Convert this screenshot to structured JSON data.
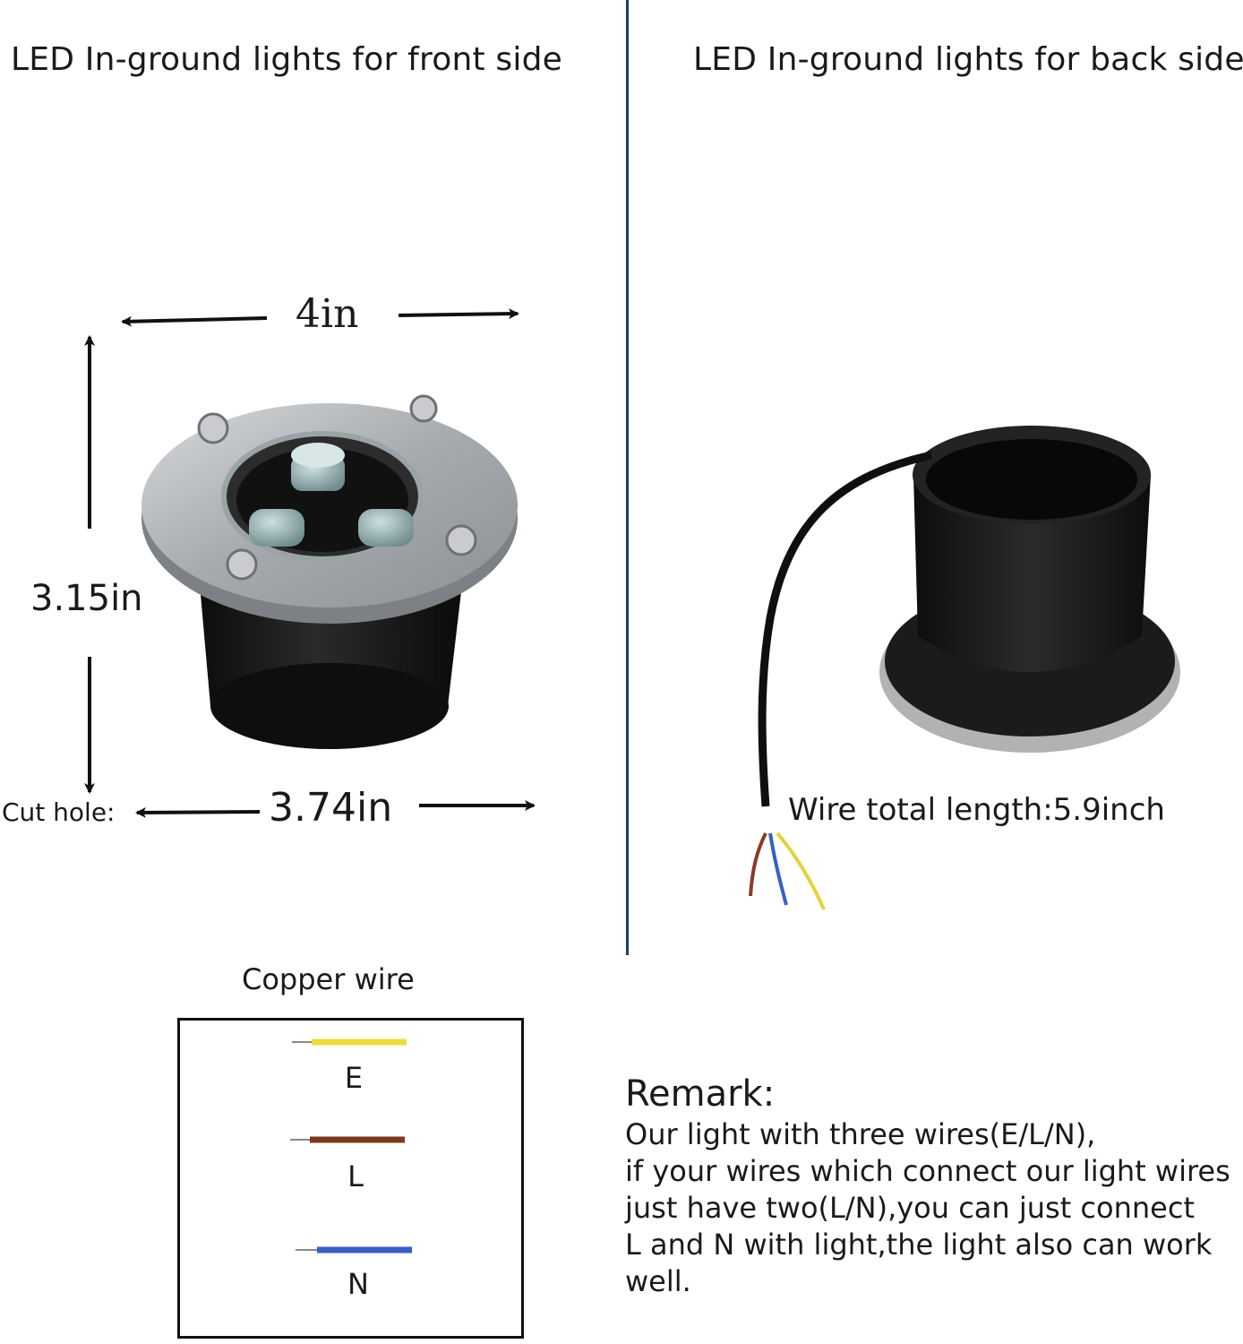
{
  "headings": {
    "front": "LED In-ground lights for front side",
    "back": "LED In-ground lights for back side"
  },
  "dimensions": {
    "width": "4in",
    "height": "3.15in",
    "cut_hole_label": "Cut hole:",
    "cut_hole_value": "3.74in",
    "wire_length": "Wire total length:5.9inch"
  },
  "copper_wire": {
    "title": "Copper wire",
    "wires": [
      {
        "label": "E",
        "color": "#ecdc3a"
      },
      {
        "label": "L",
        "color": "#7a3a1e"
      },
      {
        "label": "N",
        "color": "#3a5fc4"
      }
    ]
  },
  "remark": {
    "title": "Remark:",
    "lines": [
      "Our light with three wires(E/L/N),",
      "if your wires which connect our light wires",
      "just have two(L/N),you can just connect",
      "L and N with light,the light also can work",
      "well."
    ]
  },
  "colors": {
    "divider": "#1f3a73",
    "steel": "#b9bcc0",
    "housing": "#141414"
  }
}
